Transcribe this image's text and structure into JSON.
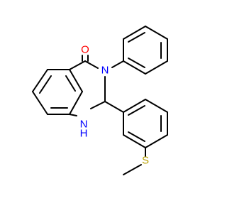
{
  "molecule": {
    "atoms": {
      "oxygen": {
        "label": "O",
        "color": "#ff0000"
      },
      "n3": {
        "label": "N",
        "color": "#0000ff"
      },
      "n1": {
        "label": "N",
        "color": "#0000ff"
      },
      "n1_h": {
        "label": "H",
        "color": "#0000ff"
      },
      "sulfur": {
        "label": "S",
        "color": "#b8a000"
      }
    },
    "bond_color": "#000000"
  }
}
